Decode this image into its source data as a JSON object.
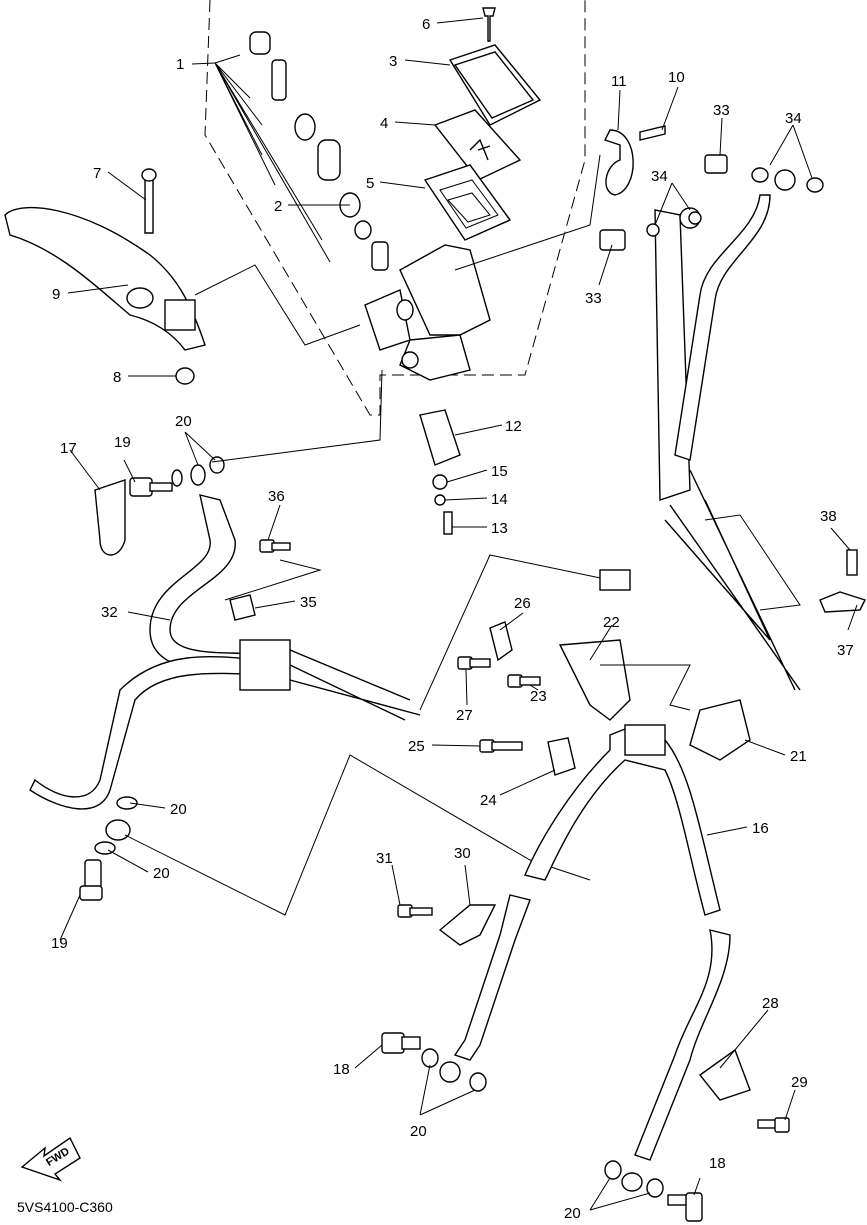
{
  "diagram_code": "5VS4100-C360",
  "fwd_text": "FWD",
  "callouts": [
    {
      "id": "c1",
      "label": "1"
    },
    {
      "id": "c2",
      "label": "2"
    },
    {
      "id": "c3",
      "label": "3"
    },
    {
      "id": "c4",
      "label": "4"
    },
    {
      "id": "c5",
      "label": "5"
    },
    {
      "id": "c6",
      "label": "6"
    },
    {
      "id": "c7",
      "label": "7"
    },
    {
      "id": "c8",
      "label": "8"
    },
    {
      "id": "c9",
      "label": "9"
    },
    {
      "id": "c10",
      "label": "10"
    },
    {
      "id": "c11",
      "label": "11"
    },
    {
      "id": "c12",
      "label": "12"
    },
    {
      "id": "c13",
      "label": "13"
    },
    {
      "id": "c14",
      "label": "14"
    },
    {
      "id": "c15",
      "label": "15"
    },
    {
      "id": "c16",
      "label": "16"
    },
    {
      "id": "c17",
      "label": "17"
    },
    {
      "id": "c18a",
      "label": "18"
    },
    {
      "id": "c18b",
      "label": "18"
    },
    {
      "id": "c19a",
      "label": "19"
    },
    {
      "id": "c19b",
      "label": "19"
    },
    {
      "id": "c20a",
      "label": "20"
    },
    {
      "id": "c20b",
      "label": "20"
    },
    {
      "id": "c20c",
      "label": "20"
    },
    {
      "id": "c20d",
      "label": "20"
    },
    {
      "id": "c20e",
      "label": "20"
    },
    {
      "id": "c21",
      "label": "21"
    },
    {
      "id": "c22",
      "label": "22"
    },
    {
      "id": "c23",
      "label": "23"
    },
    {
      "id": "c24",
      "label": "24"
    },
    {
      "id": "c25",
      "label": "25"
    },
    {
      "id": "c26",
      "label": "26"
    },
    {
      "id": "c27",
      "label": "27"
    },
    {
      "id": "c28",
      "label": "28"
    },
    {
      "id": "c29",
      "label": "29"
    },
    {
      "id": "c30",
      "label": "30"
    },
    {
      "id": "c31",
      "label": "31"
    },
    {
      "id": "c32",
      "label": "32"
    },
    {
      "id": "c33a",
      "label": "33"
    },
    {
      "id": "c33b",
      "label": "33"
    },
    {
      "id": "c34a",
      "label": "34"
    },
    {
      "id": "c34b",
      "label": "34"
    },
    {
      "id": "c35",
      "label": "35"
    },
    {
      "id": "c36",
      "label": "36"
    },
    {
      "id": "c37",
      "label": "37"
    },
    {
      "id": "c38",
      "label": "38"
    }
  ]
}
